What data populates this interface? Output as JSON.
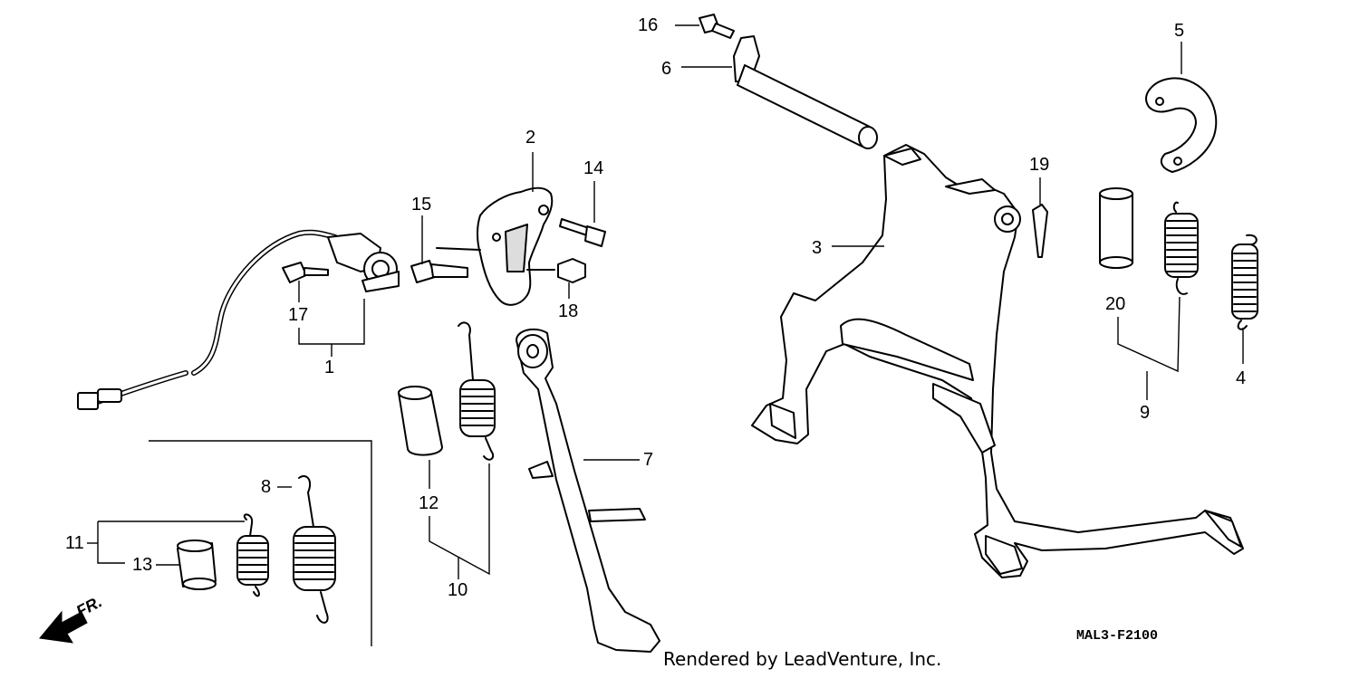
{
  "diagram": {
    "callouts": {
      "c1": "1",
      "c2": "2",
      "c3": "3",
      "c4": "4",
      "c5": "5",
      "c6": "6",
      "c7": "7",
      "c8": "8",
      "c9": "9",
      "c10": "10",
      "c11": "11",
      "c12": "12",
      "c13": "13",
      "c14": "14",
      "c15": "15",
      "c16": "16",
      "c17": "17",
      "c18": "18",
      "c19": "19",
      "c20": "20"
    },
    "front_marker": "FR.",
    "drawing_code": "MAL3-F2100",
    "credit": "Rendered by LeadVenture, Inc."
  }
}
